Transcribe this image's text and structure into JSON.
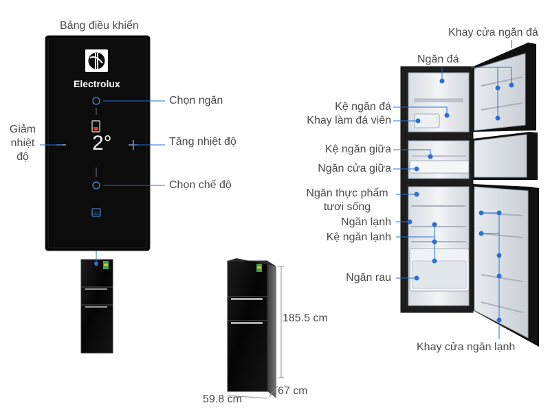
{
  "panel": {
    "title": "Bảng điều khiển",
    "brand": "Electrolux",
    "display_temp": "2°"
  },
  "labels": {
    "chon_ngan": "Chọn ngăn",
    "giam_nhiet_do": [
      "Giảm",
      "nhiệt",
      "độ"
    ],
    "tang_nhiet_do": "Tăng nhiệt độ",
    "chon_che_do": "Chọn chế độ",
    "khay_cua_ngan_da": "Khay cửa ngăn đá",
    "ngan_da": "Ngăn đá",
    "ke_ngan_da": "Kệ ngăn đá",
    "khay_lam_da_vien": "Khay làm đá viên",
    "ke_ngan_giua": "Kệ ngăn giữa",
    "ngan_cua_giua": "Ngăn cửa giữa",
    "ngan_thuc_pham": [
      "Ngăn thực phẩm",
      "tươi sống"
    ],
    "ngan_lanh": "Ngăn lạnh",
    "ke_ngan_lanh": "Kệ ngăn lạnh",
    "ngan_rau": "Ngăn rau",
    "khay_cua_ngan_lanh": "Khay cửa ngăn lạnh"
  },
  "dimensions": {
    "height": "185.5 cm",
    "depth": "67 cm",
    "width": "59.8 cm"
  },
  "colors": {
    "accent": "#2a6fd6",
    "glass": "#0b0b0b"
  }
}
